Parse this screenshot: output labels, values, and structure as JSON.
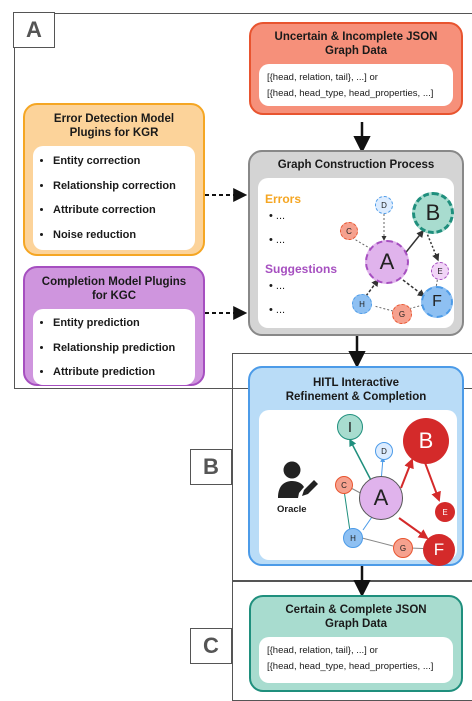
{
  "labels": {
    "a": "A",
    "b": "B",
    "c": "C"
  },
  "input_card": {
    "title_line1": "Uncertain & Incomplete JSON",
    "title_line2": "Graph Data",
    "line1": "[{head, relation, tail}, ...] or",
    "line2": "[{head, head_type, head_properties, ...]"
  },
  "error_card": {
    "title_line1": "Error Detection Model",
    "title_line2": "Plugins for KGR",
    "items": [
      "Entity correction",
      "Relationship correction",
      "Attribute correction",
      "Noise reduction"
    ]
  },
  "completion_card": {
    "title_line1": "Completion Model Plugins",
    "title_line2": "for KGC",
    "items": [
      "Entity prediction",
      "Relationship prediction",
      "Attribute prediction"
    ]
  },
  "construction_card": {
    "title": "Graph Construction Process",
    "errors_label": "Errors",
    "suggestions_label": "Suggestions",
    "bullet_text": "...",
    "nodes": [
      "A",
      "B",
      "C",
      "D",
      "E",
      "F",
      "G",
      "H"
    ]
  },
  "hitl_card": {
    "title_line1": "HITL Interactive",
    "title_line2": "Refinement & Completion",
    "oracle_label": "Oracle",
    "nodes": [
      "A",
      "B",
      "C",
      "D",
      "E",
      "F",
      "G",
      "H",
      "I"
    ]
  },
  "output_card": {
    "title_line1": "Certain & Complete JSON",
    "title_line2": "Graph Data",
    "line1": "[{head, relation, tail}, ...] or",
    "line2": "[{head, head_type, head_properties, ...]"
  },
  "colors": {
    "orange": "#f5a623",
    "purple": "#a64fc0",
    "red": "#e8542f",
    "blue": "#4c9be8",
    "teal": "#1f8f7d",
    "gray": "#888888"
  }
}
